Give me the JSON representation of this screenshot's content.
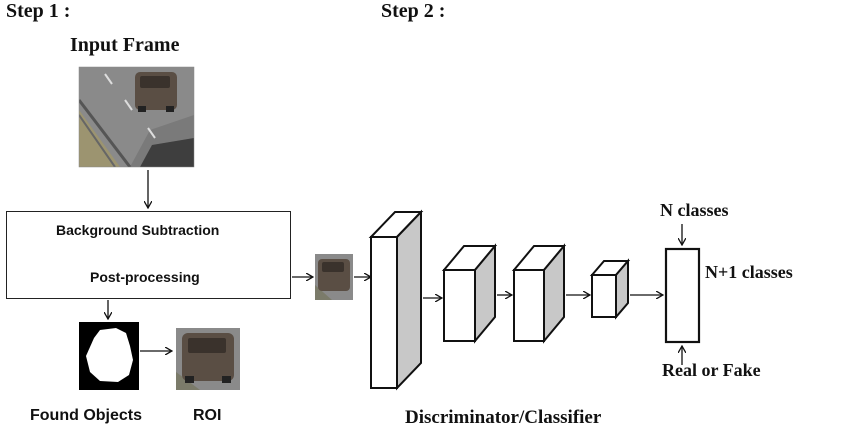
{
  "steps": {
    "step1": "Step 1 :",
    "step2": "Step 2 :"
  },
  "input": {
    "label": "Input Frame"
  },
  "processing": {
    "line1": "Background Subtraction",
    "line2": "Post-processing"
  },
  "outputs": {
    "found_objects": "Found Objects",
    "roi": "ROI"
  },
  "network": {
    "label": "Discriminator/Classifier",
    "top_output": "N classes",
    "side_output": "N+1 classes",
    "bottom_output": "Real or Fake"
  },
  "colors": {
    "road": "#8a8a8a",
    "grass": "#9c9470",
    "van": "#5a4e44",
    "prism_side": "#c8c8c8",
    "stroke": "#111111"
  }
}
